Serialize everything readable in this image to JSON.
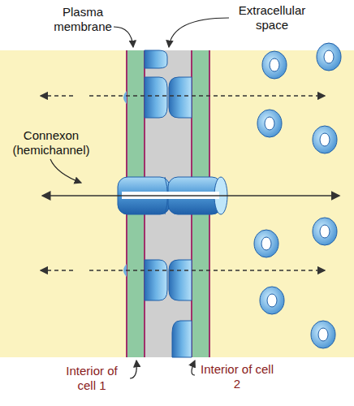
{
  "diagram": {
    "labels": [
      "Plasma membrane",
      "Extracellular space",
      "Connexon (hemichannel)",
      "Interior of cell 1",
      "Interior of cell 2"
    ]
  }
}
